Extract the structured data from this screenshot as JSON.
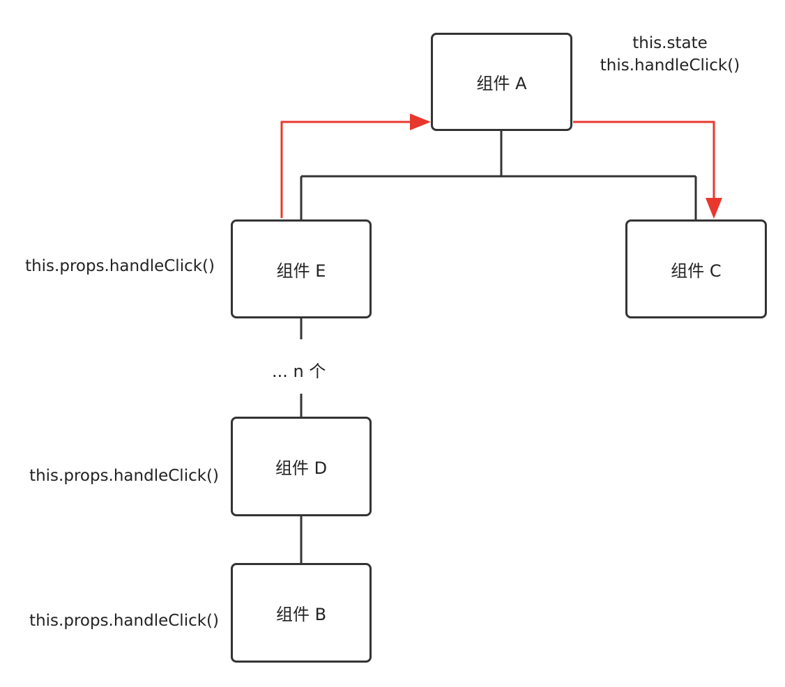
{
  "colors": {
    "tree_line": "#333333",
    "flow_arrow": "#e8382e",
    "background": "#ffffff"
  },
  "nodes": {
    "a": "组件 A",
    "e": "组件 E",
    "c": "组件 C",
    "d": "组件 D",
    "b": "组件 B"
  },
  "annotations": {
    "a_state": "this.state",
    "a_handler": "this.handleClick()",
    "e_props": "this.props.handleClick()",
    "d_props": "this.props.handleClick()",
    "b_props": "this.props.handleClick()",
    "ellipsis": "... n 个"
  }
}
